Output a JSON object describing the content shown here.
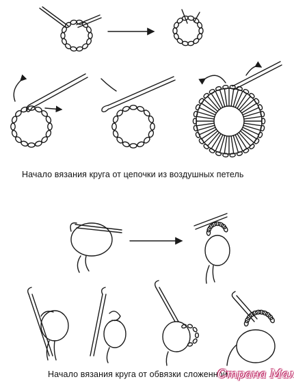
{
  "captions": {
    "top": "Начало вязания круга от цепочки из воздушных петель",
    "bottom": "Начало вязания круга от обвязки сложенной"
  },
  "watermark": "Страна Мам",
  "colors": {
    "ink": "#1a1a1a",
    "watermark": "#c0306a",
    "background": "#ffffff"
  }
}
